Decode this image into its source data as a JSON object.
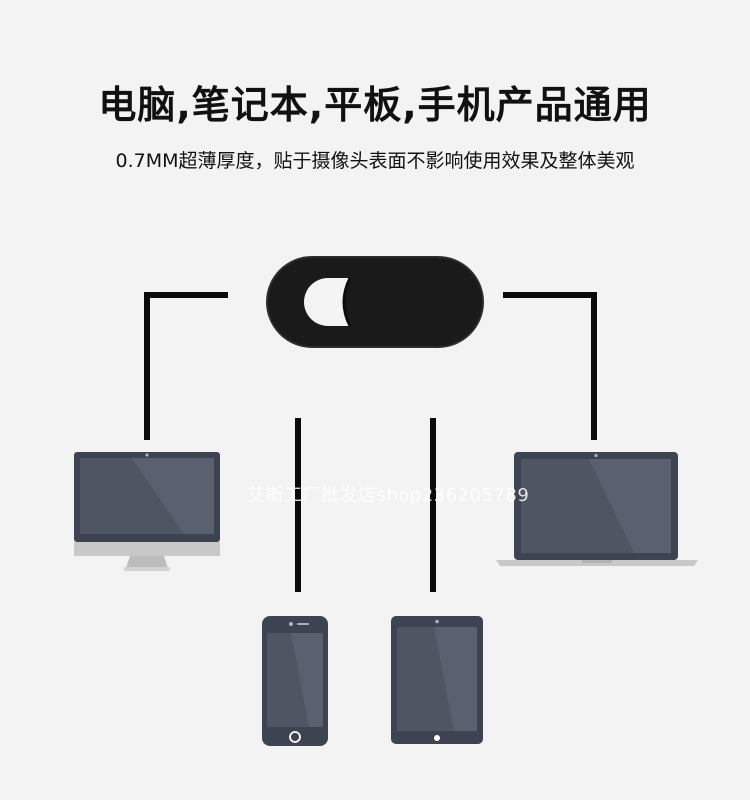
{
  "headline": "电脑,笔记本,平板,手机产品通用",
  "subheadline": "0.7MM超薄厚度，贴于摄像头表面不影响使用效果及整体美观",
  "watermark": "艾斯工厂批发店shop236205789",
  "colors": {
    "background": "#f3f3f3",
    "line": "#0a0a0a",
    "device_bezel": "#3d4350",
    "device_screen": "#4f5563",
    "monitor_stand": "#c8c8c8",
    "cover_body": "#1a1a1a"
  },
  "devices": [
    "webcam-cover",
    "desktop-monitor",
    "laptop",
    "smartphone",
    "tablet"
  ]
}
